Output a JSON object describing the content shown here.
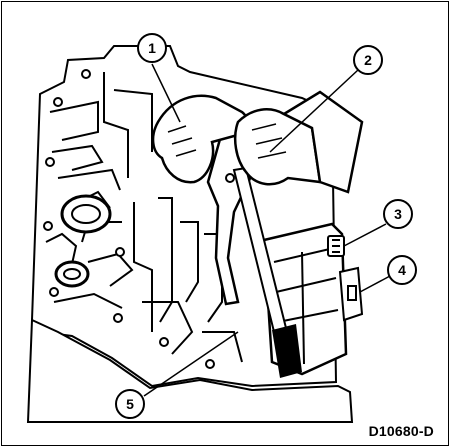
{
  "figure": {
    "id": "D10680-D"
  },
  "callouts": [
    {
      "label": "1"
    },
    {
      "label": "2"
    },
    {
      "label": "3"
    },
    {
      "label": "4"
    },
    {
      "label": "5"
    }
  ],
  "colors": {
    "ink": "#000000",
    "paper": "#ffffff"
  }
}
